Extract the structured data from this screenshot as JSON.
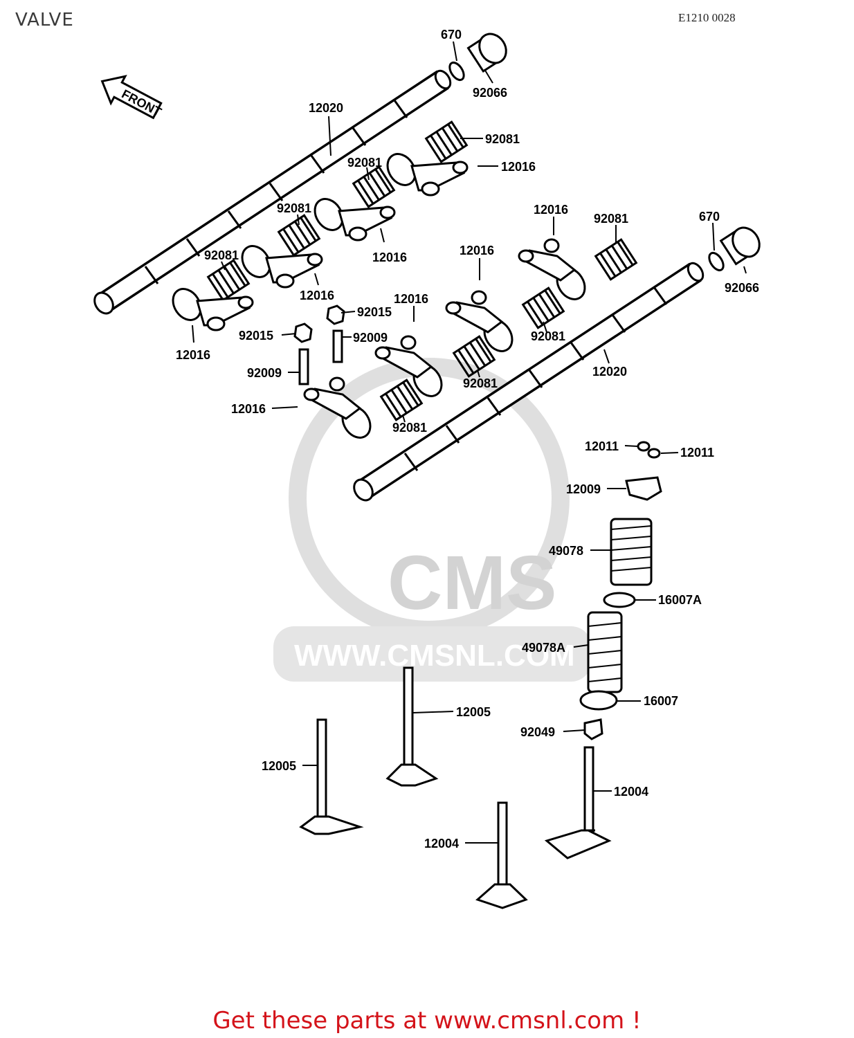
{
  "header": {
    "title": "VALVE",
    "diagram_code": "E1210 0028"
  },
  "arrow": {
    "text": "FRONT"
  },
  "watermark": {
    "logo": "CMS",
    "url": "WWW.CMSNL.COM"
  },
  "footer": {
    "text": "Get these parts at www.cmsnl.com !"
  },
  "parts": [
    "670",
    "92066",
    "12020",
    "92081",
    "12016",
    "92015",
    "92009",
    "12011",
    "12009",
    "49078",
    "16007A",
    "49078A",
    "16007",
    "92049",
    "12005",
    "12004"
  ],
  "callouts": [
    {
      "text": "670"
    },
    {
      "text": "92066"
    },
    {
      "text": "12020"
    },
    {
      "text": "92081"
    },
    {
      "text": "12016"
    },
    {
      "text": "92081"
    },
    {
      "text": "92081"
    },
    {
      "text": "12016"
    },
    {
      "text": "92081"
    },
    {
      "text": "12016"
    },
    {
      "text": "12016"
    },
    {
      "text": "12016"
    },
    {
      "text": "92081"
    },
    {
      "text": "670"
    },
    {
      "text": "92066"
    },
    {
      "text": "12016"
    },
    {
      "text": "92015"
    },
    {
      "text": "92015"
    },
    {
      "text": "92009"
    },
    {
      "text": "12016"
    },
    {
      "text": "92009"
    },
    {
      "text": "92081"
    },
    {
      "text": "12020"
    },
    {
      "text": "92081"
    },
    {
      "text": "12016"
    },
    {
      "text": "92081"
    },
    {
      "text": "12011"
    },
    {
      "text": "12011"
    },
    {
      "text": "12009"
    },
    {
      "text": "49078"
    },
    {
      "text": "16007A"
    },
    {
      "text": "49078A"
    },
    {
      "text": "12005"
    },
    {
      "text": "16007"
    },
    {
      "text": "92049"
    },
    {
      "text": "12005"
    },
    {
      "text": "12004"
    },
    {
      "text": "12004"
    }
  ]
}
